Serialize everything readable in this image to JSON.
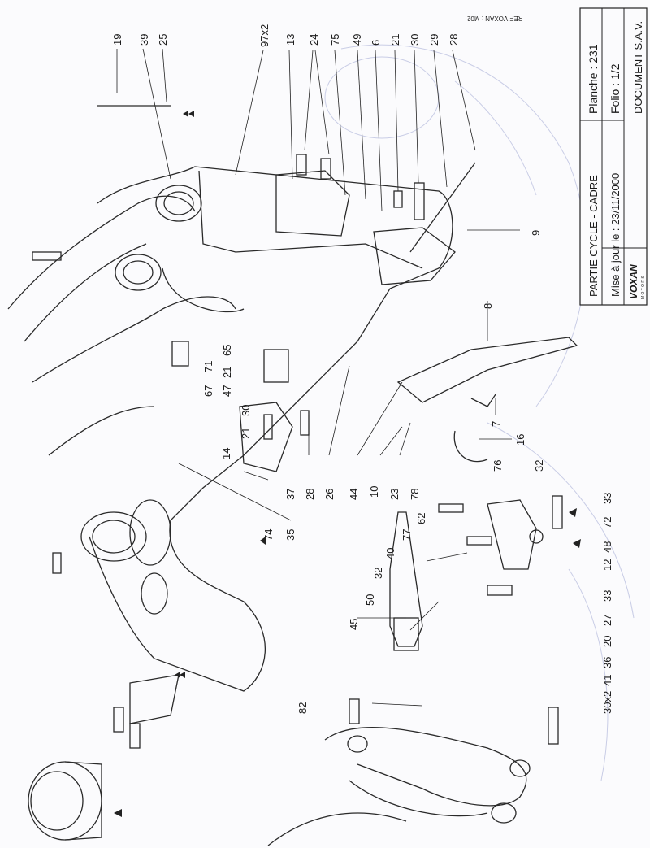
{
  "title_block": {
    "title": "PARTIE CYCLE - CADRE",
    "planche": "Planche : 231",
    "mise_a_jour": "Mise à jour le : 23/11/2000",
    "folio": "Folio : 1/2",
    "brand": "VOXAN",
    "brand_sub": "M O T O R S",
    "document": "DOCUMENT S.A.V."
  },
  "reference": "REF VOXAN : M02",
  "labels": [
    "19",
    "39",
    "25",
    "97x2",
    "13",
    "24",
    "75",
    "49",
    "6",
    "21",
    "30",
    "29",
    "28",
    "9",
    "8",
    "7",
    "16",
    "32",
    "76",
    "33",
    "72",
    "48",
    "12",
    "33",
    "27",
    "20",
    "36",
    "41",
    "30x2",
    "82",
    "45",
    "50",
    "32",
    "40",
    "77",
    "62",
    "78",
    "23",
    "10",
    "44",
    "26",
    "28",
    "37",
    "35",
    "74",
    "14",
    "21",
    "30",
    "47",
    "21",
    "65",
    "67",
    "71"
  ]
}
